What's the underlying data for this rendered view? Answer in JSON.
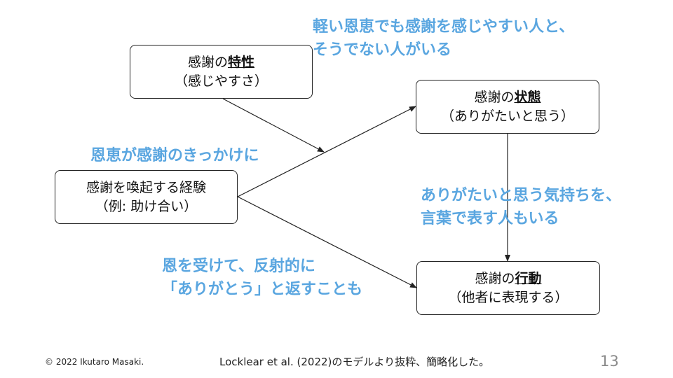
{
  "boxes": {
    "trait": {
      "prefix": "感謝の",
      "emphasis": "特性",
      "sub": "（感じやすさ）"
    },
    "state": {
      "prefix": "感謝の",
      "emphasis": "状態",
      "sub": "（ありがたいと思う）"
    },
    "experience": {
      "line1": "感謝を喚起する経験",
      "sub": "（例:  助け合い）"
    },
    "action": {
      "prefix": "感謝の",
      "emphasis": "行動",
      "sub": "（他者に表現する）"
    }
  },
  "notes": {
    "top": [
      "軽い恩恵でも感謝を感じやすい人と、",
      "そうでない人がいる"
    ],
    "mid": [
      "恩恵が感謝のきっかけに"
    ],
    "right": [
      "ありがたいと思う気持ちを、",
      "言葉で表す人もいる"
    ],
    "bottom": [
      "恩を受けて、反射的に",
      "「ありがとう」と返すことも"
    ]
  },
  "footer": {
    "copyright": "© 2022 Ikutaro Masaki.",
    "citation": "Locklear et al. (2022)のモデルより抜粋、簡略化した。",
    "page_number": "13"
  },
  "colors": {
    "accent": "#5aa6e0",
    "stroke": "#222222",
    "page_number": "#8a8a8a"
  }
}
